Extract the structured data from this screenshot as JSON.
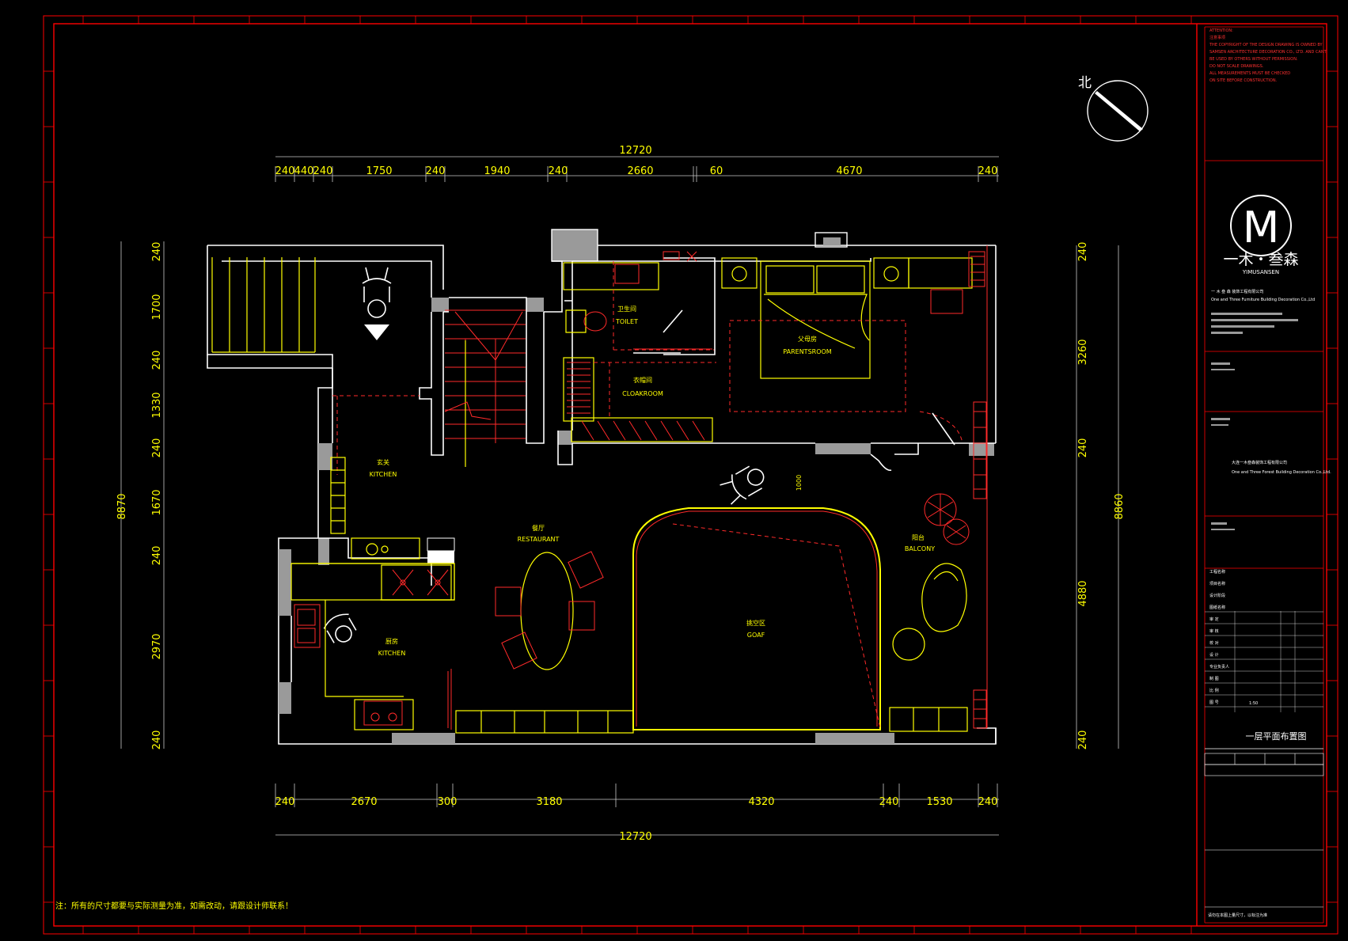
{
  "drawing": {
    "title_cn": "一层平面布置图",
    "note": "注：所有的尺寸都要与实际测量为准，如需改动，请跟设计师联系！",
    "north_label": "北",
    "scale": "1:50"
  },
  "company": {
    "logo_letter": "M",
    "logo_cn": "一木・叁森",
    "logo_en": "YIMUSANSEN",
    "line1": "一 木 叁 森  装饰工程有限公司",
    "line2": "One and Three Furniture Building Decoration Co.,Ltd",
    "line3": "大连一木叁森装饰工程有限公司",
    "line4": "One and Three Forest Building Decoration Co.,Ltd."
  },
  "dimensions": {
    "top_total": "12720",
    "top": [
      "240",
      "440",
      "240",
      "1750",
      "240",
      "1940",
      "240",
      "2660",
      "60",
      "4670",
      "240"
    ],
    "bottom_total": "12720",
    "bottom": [
      "240",
      "2670",
      "300",
      "3180",
      "4320",
      "240",
      "1530",
      "240"
    ],
    "left_total": "8870",
    "left": [
      "240",
      "1700",
      "240",
      "1330",
      "240",
      "1670",
      "240",
      "2970",
      "240"
    ],
    "right_total": "8860",
    "right": [
      "240",
      "3260",
      "240",
      "4880",
      "240"
    ],
    "corridor": "1000"
  },
  "rooms": {
    "toilet_cn": "卫生间",
    "toilet_en": "TOILET",
    "cloak_cn": "衣帽间",
    "cloak_en": "CLOAKROOM",
    "parents_cn": "父母房",
    "parents_en": "PARENTSROOM",
    "foyer_cn": "玄关",
    "foyer_en": "KITCHEN",
    "restaurant_cn": "餐厅",
    "restaurant_en": "RESTAURANT",
    "kitchen_cn": "厨房",
    "kitchen_en": "KITCHEN",
    "goaf_cn": "挑空区",
    "goaf_en": "GOAF",
    "balcony_cn": "阳台",
    "balcony_en": "BALCONY"
  },
  "title_block": {
    "attention": [
      "ATTENTION:",
      "注意事项",
      "THE COPYRIGHT OF THE DESIGN DRAWING IS OWNED BY",
      "SAMSEN ARCHITECTURE DECORATION CO., LTD. AND CANT",
      "BE USED BY OTHERS WITHOUT PERMISSION.",
      "DO NOT SCALE DRAWINGS.",
      "ALL MEASUREMENTS MUST BE CHECKED",
      "ON SITE BEFORE CONSTRUCTION."
    ],
    "rows": [
      "工程名称",
      "项目名称",
      "设计阶段",
      "图纸名称",
      "审 定",
      "审 核",
      "校 对",
      "设 计",
      "专业负责人",
      "制 图",
      "比 例",
      "图 号"
    ],
    "footer": "请勿在本图上量尺寸，以标注为准"
  },
  "colors": {
    "wall_fill": "#9a9a9a",
    "frame": "#ff0000",
    "line_yellow": "#ffff00",
    "line_red": "#ff2a2a"
  }
}
